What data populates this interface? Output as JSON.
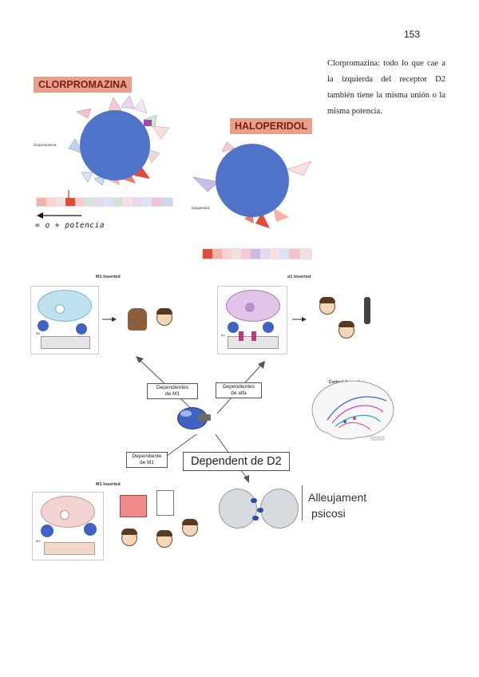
{
  "page_number": "153",
  "note": "Clorpromazina: todo lo que cae a la izquierda del receptor D2 también tiene la misma unión o la misma potencia.",
  "top_left": {
    "title": "CLORPROMAZINA",
    "circle_label": "clorpromazine",
    "handwriting": "= o + potencia",
    "colors": {
      "circle": "#4f73c8",
      "title_bg": "#e8a08a"
    }
  },
  "top_right": {
    "title": "HALOPERIDOL",
    "circle_label": "haloperidol"
  },
  "panels": {
    "m1_top": {
      "heading": "M1 Inserted",
      "receptor_label": "M1"
    },
    "a1_top": {
      "heading": "α1 Inserted",
      "receptor_label": "α1"
    },
    "m1_bottom": {
      "heading": "M1 Inserted",
      "receptor_label": "M1"
    },
    "brain": {
      "title": "Cortical Arousal"
    }
  },
  "center": {
    "box_m1": "Dependientes\nde M1",
    "box_alfa": "Dependientes\nde alfa",
    "box_m1_bottom": "Dependiente\nde M1",
    "box_d2": "Dependent de D2"
  },
  "alleujament": {
    "line1": "Alleujament",
    "line2": "psicosi"
  }
}
